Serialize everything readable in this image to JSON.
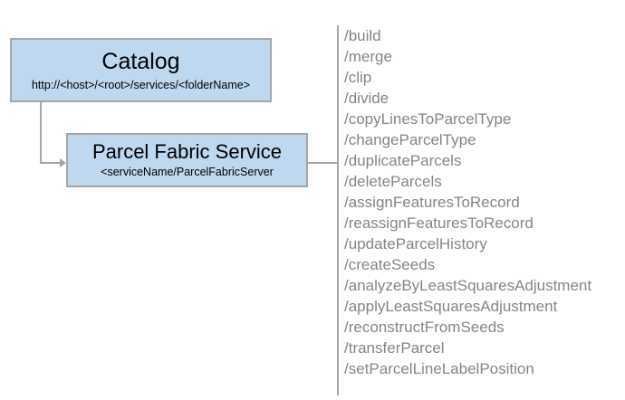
{
  "diagram": {
    "type": "service-architecture-diagram",
    "background_color": "#ffffff",
    "node_fill_color": "#bed8ef",
    "node_border_color": "#a6a6a6",
    "connector_color": "#a6a6a6",
    "operation_text_color": "#858585"
  },
  "nodes": {
    "catalog": {
      "title": "Catalog",
      "subtitle": "http://<host>/<root>/services/<folderName>"
    },
    "service": {
      "title": "Parcel Fabric Service",
      "subtitle": "<serviceName/ParcelFabricServer"
    }
  },
  "operations": {
    "items": [
      "/build",
      "/merge",
      "/clip",
      "/divide",
      "/copyLinesToParcelType",
      "/changeParcelType",
      "/duplicateParcels",
      "/deleteParcels",
      "/assignFeaturesToRecord",
      "/reassignFeaturesToRecord",
      "/updateParcelHistory",
      "/createSeeds",
      "/analyzeByLeastSquaresAdjustment",
      "/applyLeastSquaresAdjustment",
      "/reconstructFromSeeds",
      "/transferParcel",
      "/setParcelLineLabelPosition"
    ]
  }
}
